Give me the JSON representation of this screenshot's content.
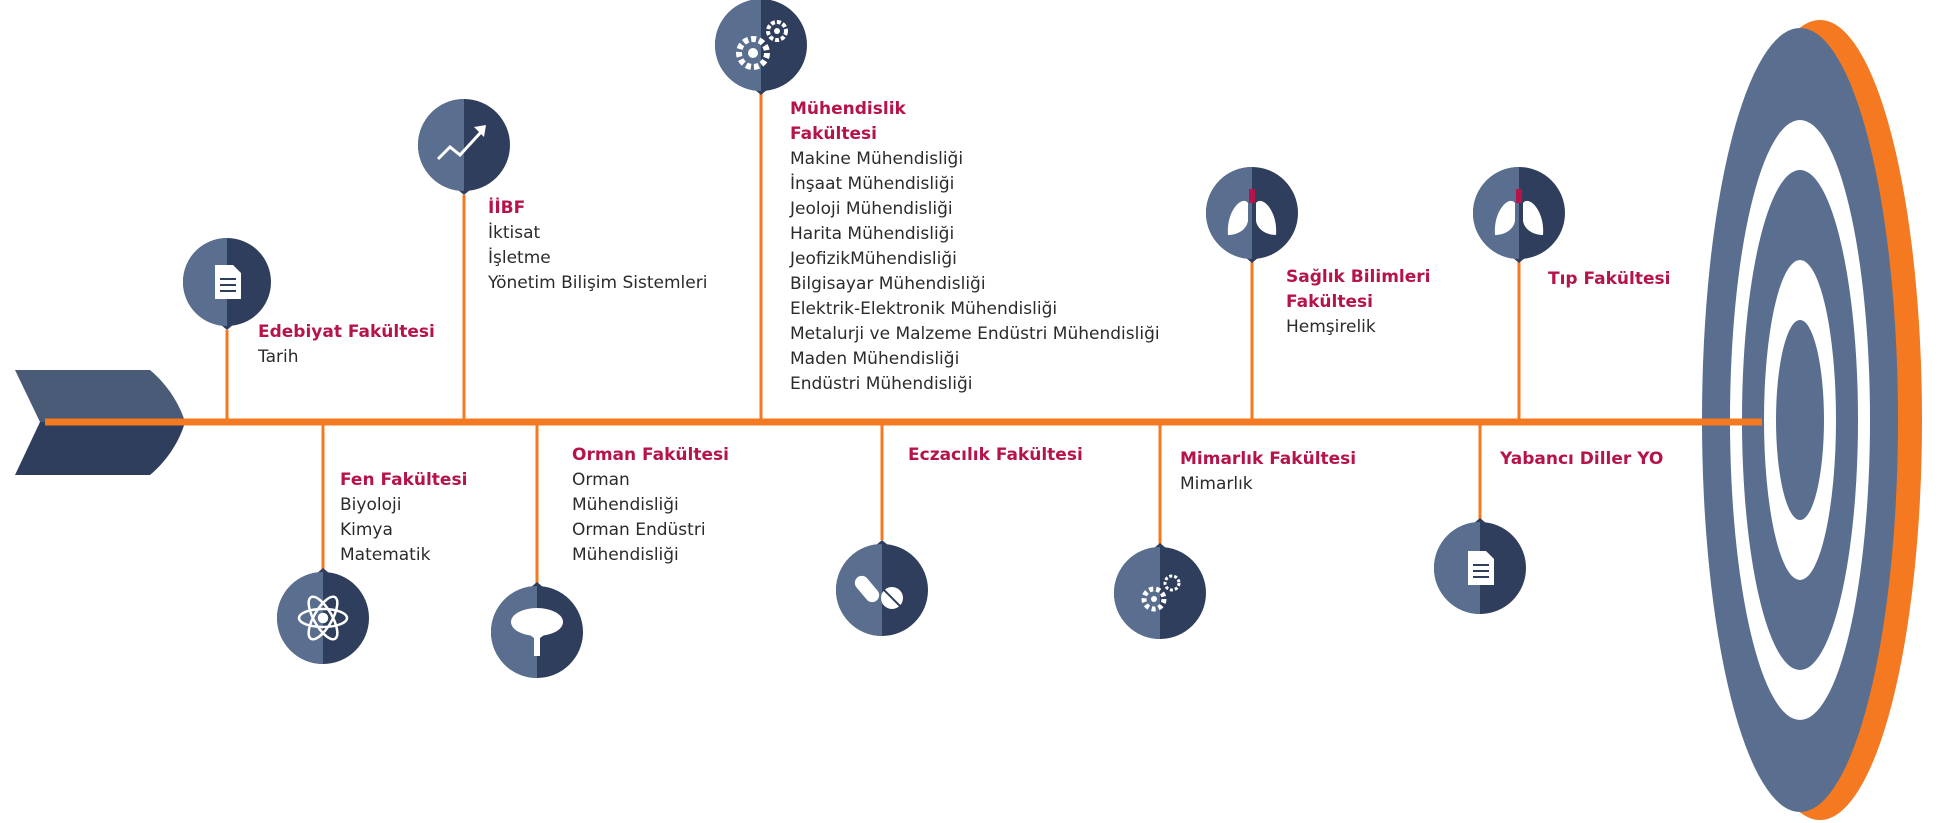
{
  "colors": {
    "accent_orange": "#f47920",
    "dark_navy": "#2f3e5c",
    "slate_blue": "#5a6f90",
    "title_red": "#b5144a",
    "text_dark": "#2b2b2b"
  },
  "faculties": [
    {
      "id": "edebiyat",
      "title": "Edebiyat Fakültesi",
      "items": [
        "Tarih"
      ],
      "icon": "document-icon"
    },
    {
      "id": "iibf",
      "title": "İİBF",
      "items": [
        "İktisat",
        "İşletme",
        "Yönetim Bilişim Sistemleri"
      ],
      "icon": "growth-chart-icon"
    },
    {
      "id": "muhendislik",
      "title": "Mühendislik Fakültesi",
      "items": [
        "Makine Mühendisliği",
        "İnşaat Mühendisliği",
        "Jeoloji Mühendisliği",
        "Harita Mühendisliği",
        "JeofizikMühendisliği",
        "Bilgisayar Mühendisliği",
        "Elektrik-Elektronik Mühendisliği",
        "Metalurji ve Malzeme Endüstri Mühendisliği",
        "Maden Mühendisliği",
        "Endüstri Mühendisliği"
      ],
      "icon": "gears-icon"
    },
    {
      "id": "saglik",
      "title": "Sağlık Bilimleri Fakültesi",
      "items": [
        "Hemşirelik"
      ],
      "icon": "lungs-icon"
    },
    {
      "id": "tip",
      "title": "Tıp Fakültesi",
      "items": [],
      "icon": "lungs-icon"
    },
    {
      "id": "fen",
      "title": "Fen Fakültesi",
      "items": [
        "Biyoloji",
        "Kimya",
        "Matematik"
      ],
      "icon": "atom-icon"
    },
    {
      "id": "orman",
      "title": "Orman Fakültesi",
      "items": [
        "Orman Mühendisliği",
        "Orman Endüstri Mühendisliği"
      ],
      "icon": "tree-icon"
    },
    {
      "id": "eczacilik",
      "title": "Eczacılık Fakültesi",
      "items": [],
      "icon": "pills-icon"
    },
    {
      "id": "mimarlik",
      "title": "Mimarlık Fakültesi",
      "items": [
        "Mimarlık"
      ],
      "icon": "gears-icon"
    },
    {
      "id": "yabanci",
      "title": "Yabancı Diller YO",
      "items": [],
      "icon": "document-icon"
    }
  ]
}
